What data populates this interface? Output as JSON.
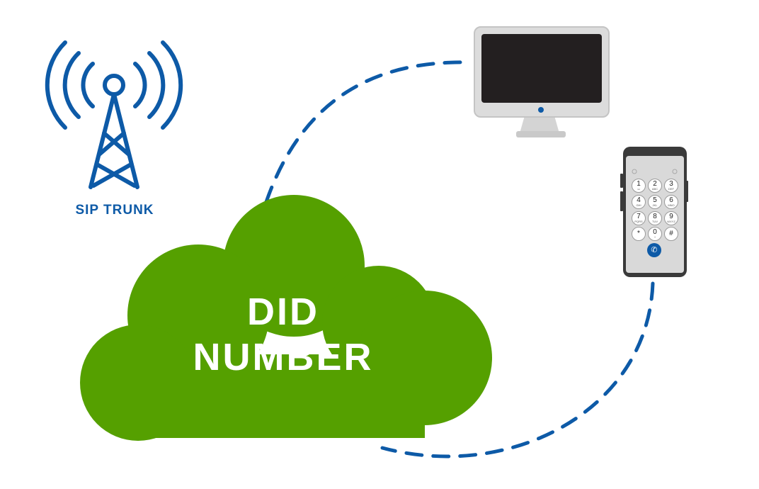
{
  "colors": {
    "accent_blue": "#0d5aa7",
    "cloud_green": "#55a000",
    "screen_dark": "#231f20",
    "device_grey": "#d9d9d9",
    "phone_body": "#3a3a3a"
  },
  "icons": {
    "tower": "antenna-tower-icon",
    "monitor": "desktop-monitor-icon",
    "phone": "smartphone-icon",
    "cloud": "cloud-icon",
    "call": "phone-call-icon"
  },
  "diagram": {
    "nodes": {
      "sip_trunk": {
        "label": "SIP TRUNK"
      },
      "did_number": {
        "label_line_1": "DID",
        "label_line_2": "NUMBER"
      }
    },
    "phone_keypad": {
      "keys": [
        {
          "digit": "1",
          "sub": "ω"
        },
        {
          "digit": "2",
          "sub": "ABC"
        },
        {
          "digit": "3",
          "sub": "DEF"
        },
        {
          "digit": "4",
          "sub": "GHI"
        },
        {
          "digit": "5",
          "sub": "JKL"
        },
        {
          "digit": "6",
          "sub": "MNO"
        },
        {
          "digit": "7",
          "sub": "PQRS"
        },
        {
          "digit": "8",
          "sub": "TUV"
        },
        {
          "digit": "9",
          "sub": "WXYZ"
        },
        {
          "digit": "*",
          "sub": ""
        },
        {
          "digit": "0",
          "sub": "+"
        },
        {
          "digit": "#",
          "sub": ""
        }
      ],
      "call_glyph": "✆"
    }
  }
}
